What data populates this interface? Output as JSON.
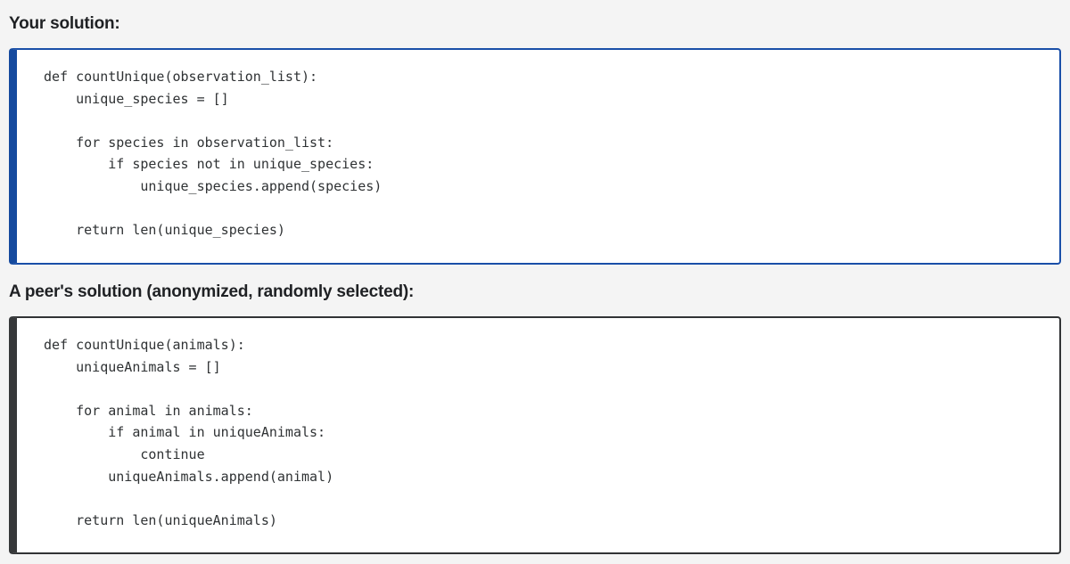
{
  "page": {
    "background_color": "#f4f4f4"
  },
  "sections": [
    {
      "heading": "Your solution:",
      "accent_color": "#154a9e",
      "border_color": "#1a4fa8",
      "code_background": "#ffffff",
      "language": "python",
      "code_lines": [
        "def countUnique(observation_list):",
        "    unique_species = []",
        "",
        "    for species in observation_list:",
        "        if species not in unique_species:",
        "            unique_species.append(species)",
        "",
        "    return len(unique_species)"
      ]
    },
    {
      "heading": "A peer's solution (anonymized, randomly selected):",
      "accent_color": "#36383a",
      "border_color": "#313335",
      "code_background": "#ffffff",
      "language": "python",
      "code_lines": [
        "def countUnique(animals):",
        "    uniqueAnimals = []",
        "",
        "    for animal in animals:",
        "        if animal in uniqueAnimals:",
        "            continue",
        "        uniqueAnimals.append(animal)",
        "",
        "    return len(uniqueAnimals)"
      ]
    }
  ]
}
